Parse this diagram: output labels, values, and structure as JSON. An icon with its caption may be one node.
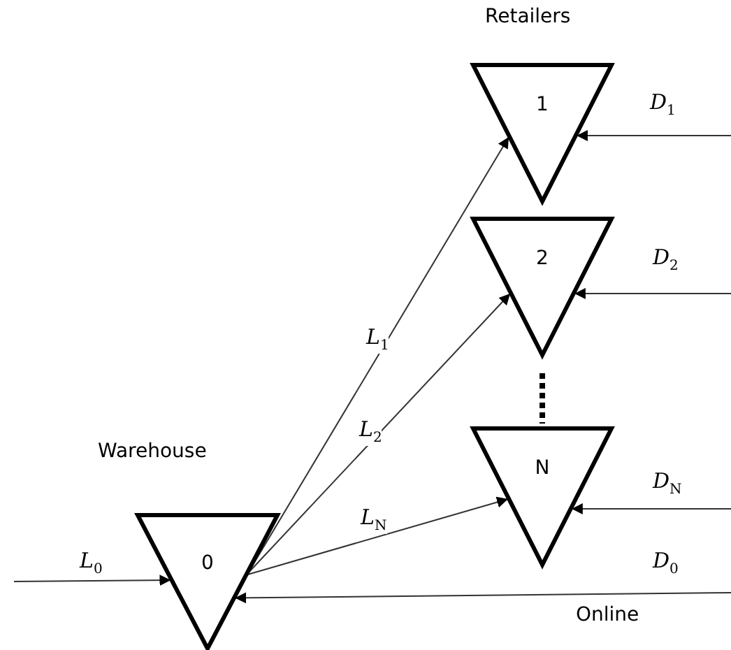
{
  "diagram": {
    "nodes": [
      {
        "text": [
          "Warehouse",
          "0"
        ]
      },
      {
        "text": [
          "1"
        ]
      },
      {
        "text": [
          "2"
        ]
      },
      {
        "text": [
          "N"
        ]
      }
    ],
    "edges": [
      {
        "from": null,
        "to": 0,
        "arrow": "to",
        "label": "*L*$_{0}$"
      },
      {
        "from": 0,
        "to": 1,
        "arrow": "to",
        "label": "*L*$_{1}$"
      },
      {
        "from": 0,
        "to": 2,
        "arrow": "to",
        "label": "*L*$_{2}$"
      },
      {
        "from": 0,
        "to": 3,
        "arrow": "to",
        "label": "*L*$_{N}$"
      },
      {
        "from": null,
        "to": 1,
        "arrow": "to",
        "label": "*D*$_{1}$"
      },
      {
        "from": null,
        "to": 2,
        "arrow": "to",
        "label": "*D*$_{2}$"
      },
      {
        "from": null,
        "to": 3,
        "arrow": "to",
        "label": "*D*$_{N}$"
      },
      {
        "from": null,
        "to": 0,
        "arrow": "to",
        "label": "*D*$_{0}$"
      },
      {
        "from": 2,
        "to": 3,
        "arrow": "none",
        "style": "dashed"
      }
    ],
    "labels": [
      "Retailers",
      "Online"
    ]
  }
}
